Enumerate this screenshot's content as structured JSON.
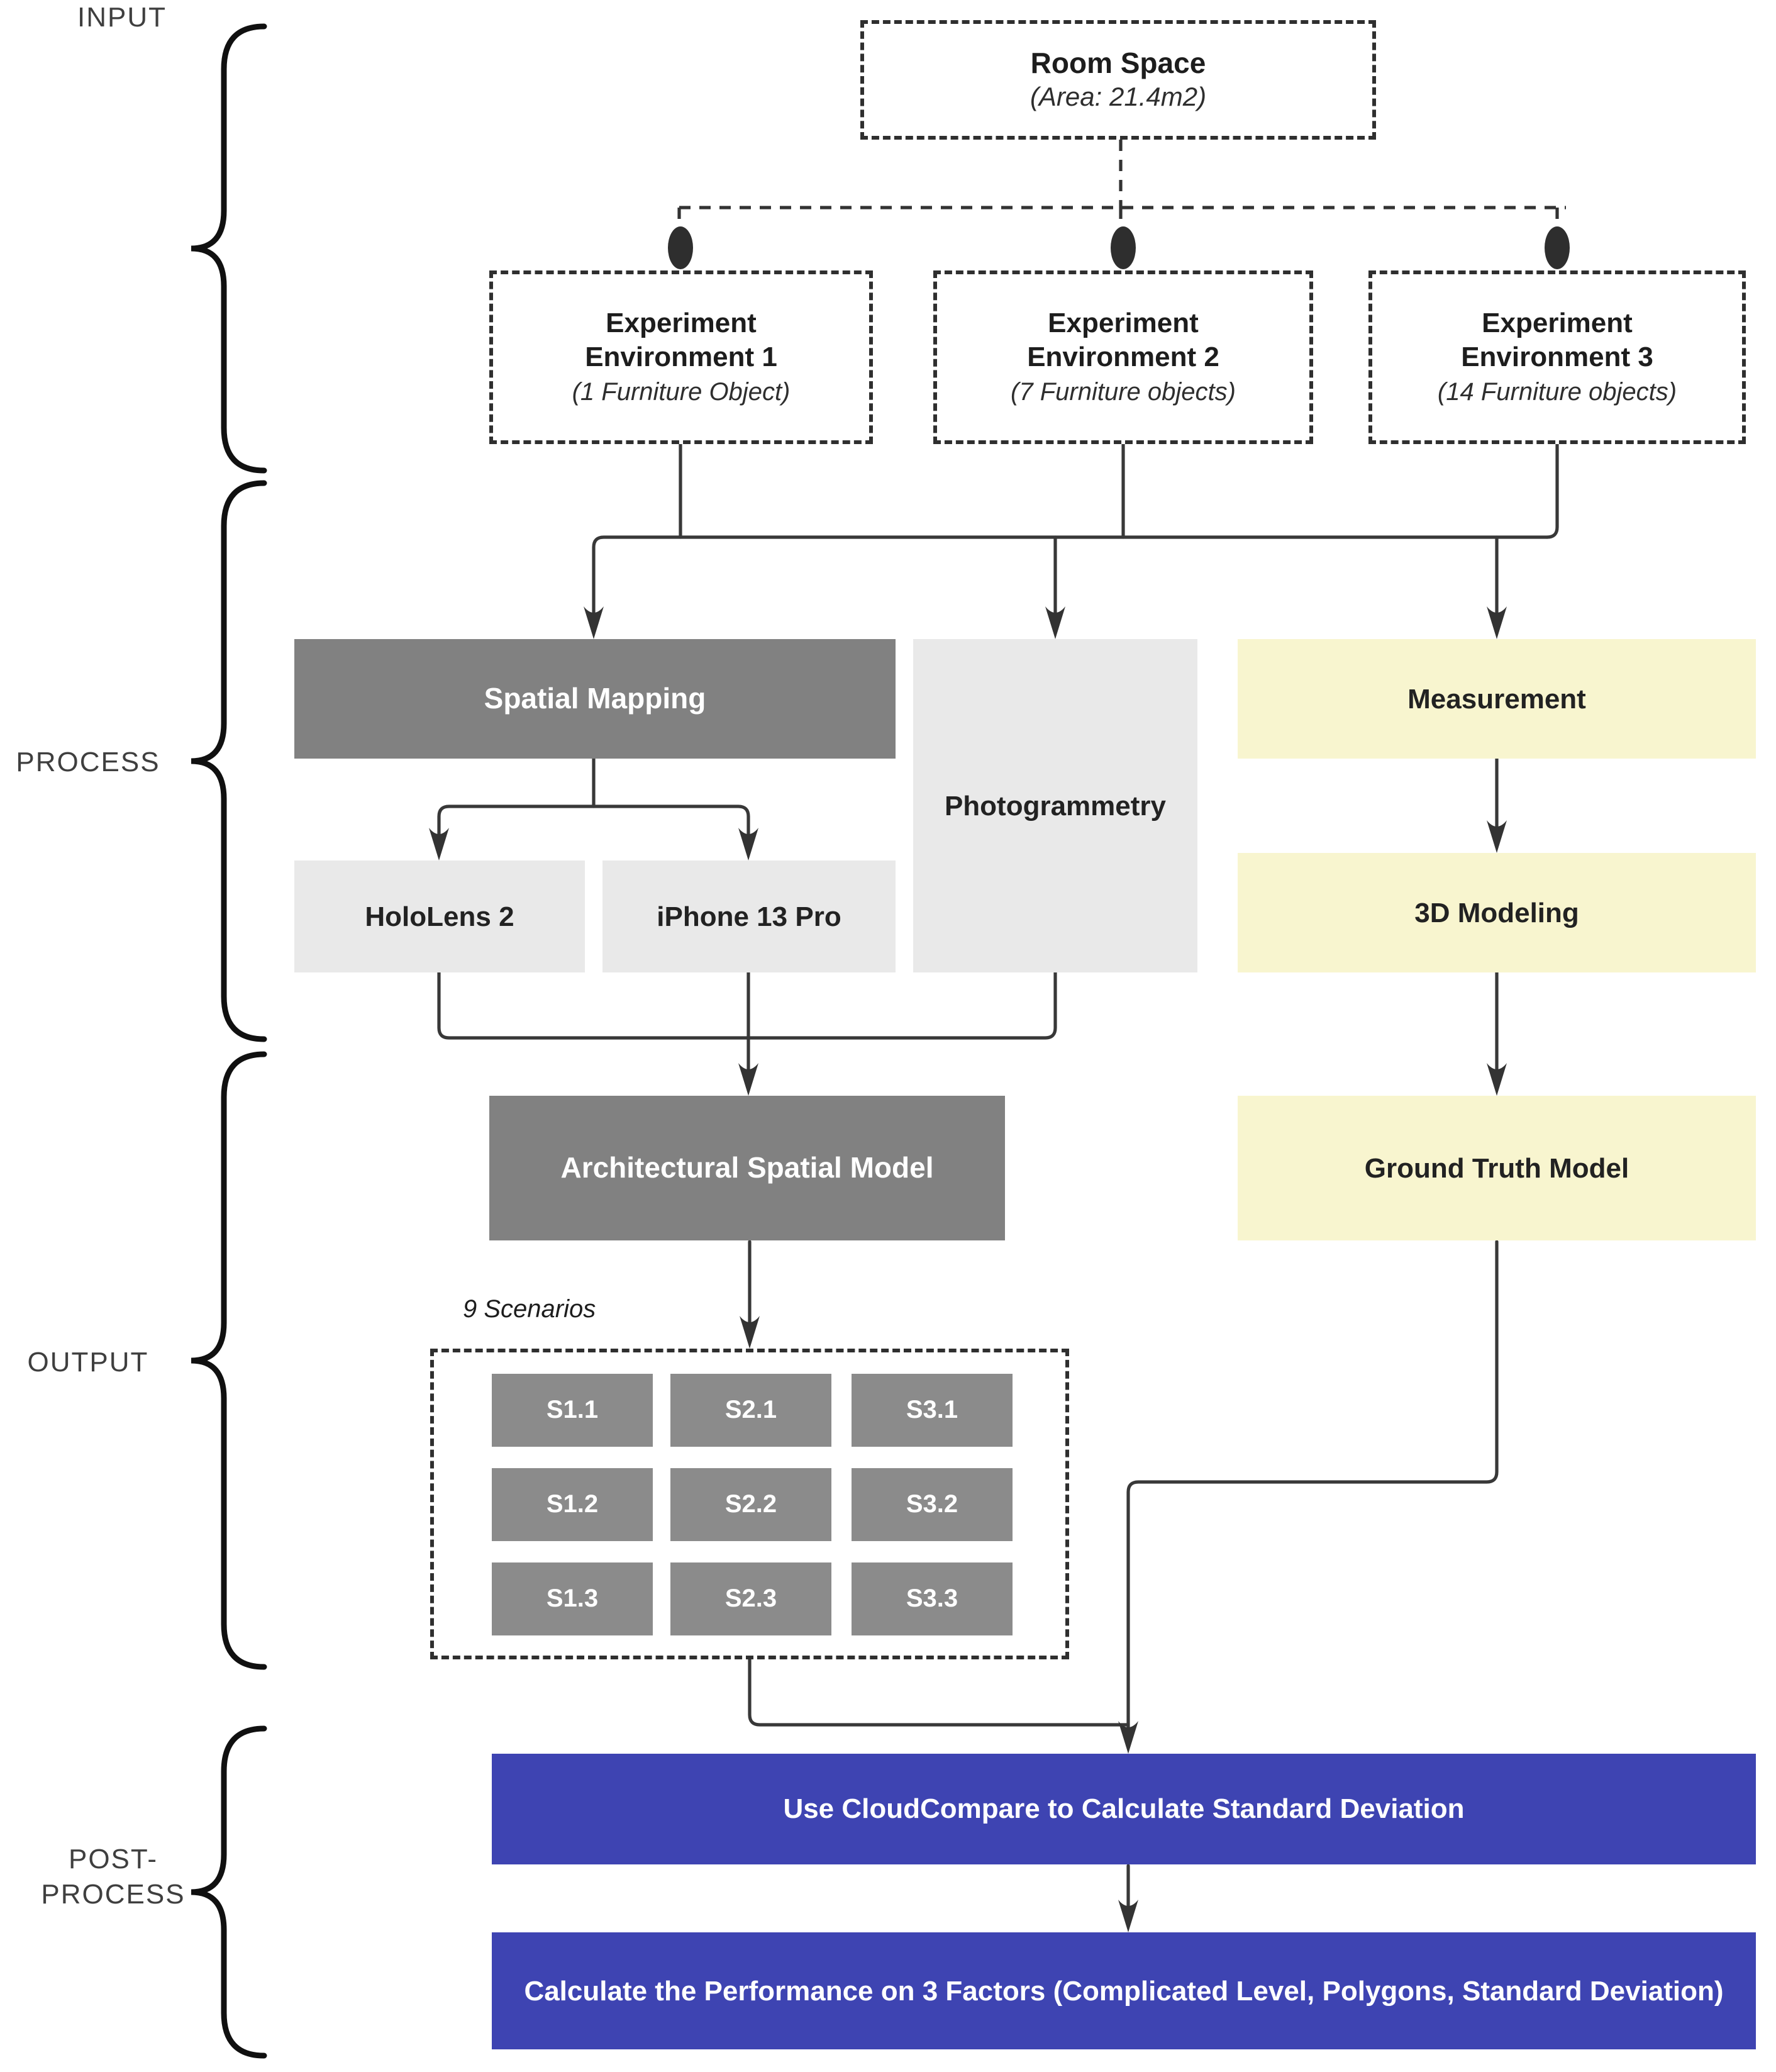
{
  "colors": {
    "box-dark-gray": "#818181",
    "box-light-gray": "#e9e9e9",
    "box-yellow": "#f8f5cf",
    "box-blue": "#3e44b2",
    "cell-gray": "#8b8b8b",
    "line": "#333333",
    "text-dark": "#222222",
    "text-light": "#ffffff",
    "label-gray": "#3f3f3f"
  },
  "sections": {
    "input": {
      "label": "INPUT"
    },
    "process": {
      "label": "PROCESS"
    },
    "output": {
      "label": "OUTPUT"
    },
    "post": {
      "label_line1": "POST-",
      "label_line2": "PROCESS"
    }
  },
  "nodes": {
    "room_space": {
      "title": "Room Space",
      "subtitle": "(Area: 21.4m2)"
    },
    "environments": [
      {
        "title": "Experiment Environment 1",
        "subtitle": "(1 Furniture Object)"
      },
      {
        "title": "Experiment Environment 2",
        "subtitle": "(7 Furniture objects)"
      },
      {
        "title": "Experiment Environment 3",
        "subtitle": "(14 Furniture objects)"
      }
    ],
    "process": {
      "spatial_mapping": "Spatial Mapping",
      "hololens": "HoloLens 2",
      "iphone": "iPhone 13 Pro",
      "photogrammetry": "Photogrammetry",
      "measurement": "Measurement",
      "modeling_3d": "3D Modeling"
    },
    "output": {
      "architectural_model": "Architectural Spatial Model",
      "ground_truth": "Ground Truth Model",
      "scenarios_label": "9 Scenarios",
      "scenarios": [
        "S1.1",
        "S2.1",
        "S3.1",
        "S1.2",
        "S2.2",
        "S3.2",
        "S1.3",
        "S2.3",
        "S3.3"
      ]
    },
    "post_process": {
      "step1": "Use CloudCompare to Calculate Standard Deviation",
      "step2": "Calculate the Performance on 3 Factors (Complicated Level, Polygons, Standard Deviation)"
    }
  }
}
